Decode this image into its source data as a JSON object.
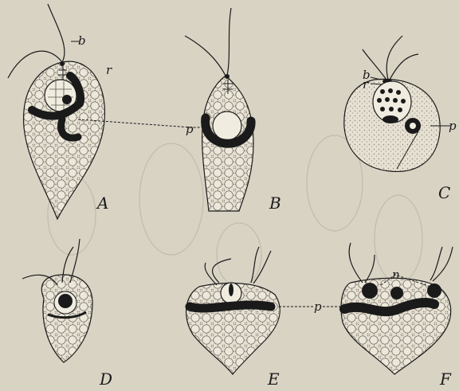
{
  "figure_labels": {
    "a": "A",
    "b": "B",
    "c": "C",
    "d": "D",
    "e": "E",
    "f": "F"
  },
  "annotations": {
    "b_top": "b",
    "r_top": "r",
    "p_mid": "p",
    "b_c": "b",
    "r_c": "r",
    "p_c": "p",
    "n": "n",
    "p_bottom": "p"
  },
  "colors": {
    "paper": "#d9d3c4",
    "ink": "#1a1a1a",
    "cell_fill": "#e8e3d6"
  }
}
